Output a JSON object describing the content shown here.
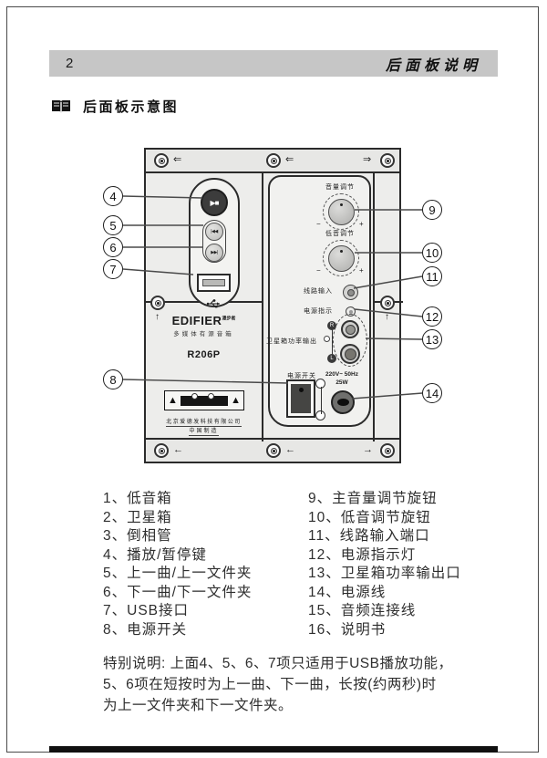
{
  "header": {
    "page_number": "2",
    "title": "后面板说明"
  },
  "section": {
    "title": "后面板示意图"
  },
  "colors": {
    "header_bar": "#c6c6c6",
    "panel": "#ededeb",
    "line": "#2b2b2b"
  },
  "diagram": {
    "brand": {
      "name": "EDIFIER",
      "suffix": "漫步者",
      "subtitle": "多媒体有源音箱",
      "model": "R206P"
    },
    "maker": {
      "company": "北京爱德发科技有限公司",
      "made_in": "中国制造"
    },
    "labels": {
      "volume": "音量调节",
      "bass": "低音调节",
      "line_in": "线路输入",
      "power_led": "电源指示",
      "satellite_out": "卫星箱功率输出",
      "power_switch": "电源开关",
      "voltage": "220V~ 50Hz",
      "wattage": "25W",
      "right_channel": "R",
      "left_channel": "L"
    },
    "icons": {
      "play_stop": "▶■",
      "prev": "|◀◀",
      "next": "▶▶|"
    },
    "arrows": {
      "top_left": "⇐",
      "top_mid": "⇐",
      "top_right": "⇒",
      "mid_left": "↑",
      "mid_right": "↑",
      "bottom_left": "←",
      "bottom_mid": "←",
      "bottom_right": "→"
    },
    "callouts": {
      "left": [
        "4",
        "5",
        "6",
        "7",
        "8"
      ],
      "right": [
        "9",
        "10",
        "11",
        "12",
        "13",
        "14"
      ]
    }
  },
  "legend": {
    "left": [
      "1、低音箱",
      "2、卫星箱",
      "3、倒相管",
      "4、播放/暂停键",
      "5、上一曲/上一文件夹",
      "6、下一曲/下一文件夹",
      "7、USB接口",
      "8、电源开关"
    ],
    "right": [
      "9、主音量调节旋钮",
      "10、低音调节旋钮",
      "11、线路输入端口",
      "12、电源指示灯",
      "13、卫星箱功率输出口",
      "14、电源线",
      "15、音频连接线",
      "16、说明书"
    ]
  },
  "note": {
    "lines": [
      "特别说明: 上面4、5、6、7项只适用于USB播放功能，",
      "5、6项在短按时为上一曲、下一曲，长按(约两秒)时",
      "为上一文件夹和下一文件夹。"
    ]
  }
}
